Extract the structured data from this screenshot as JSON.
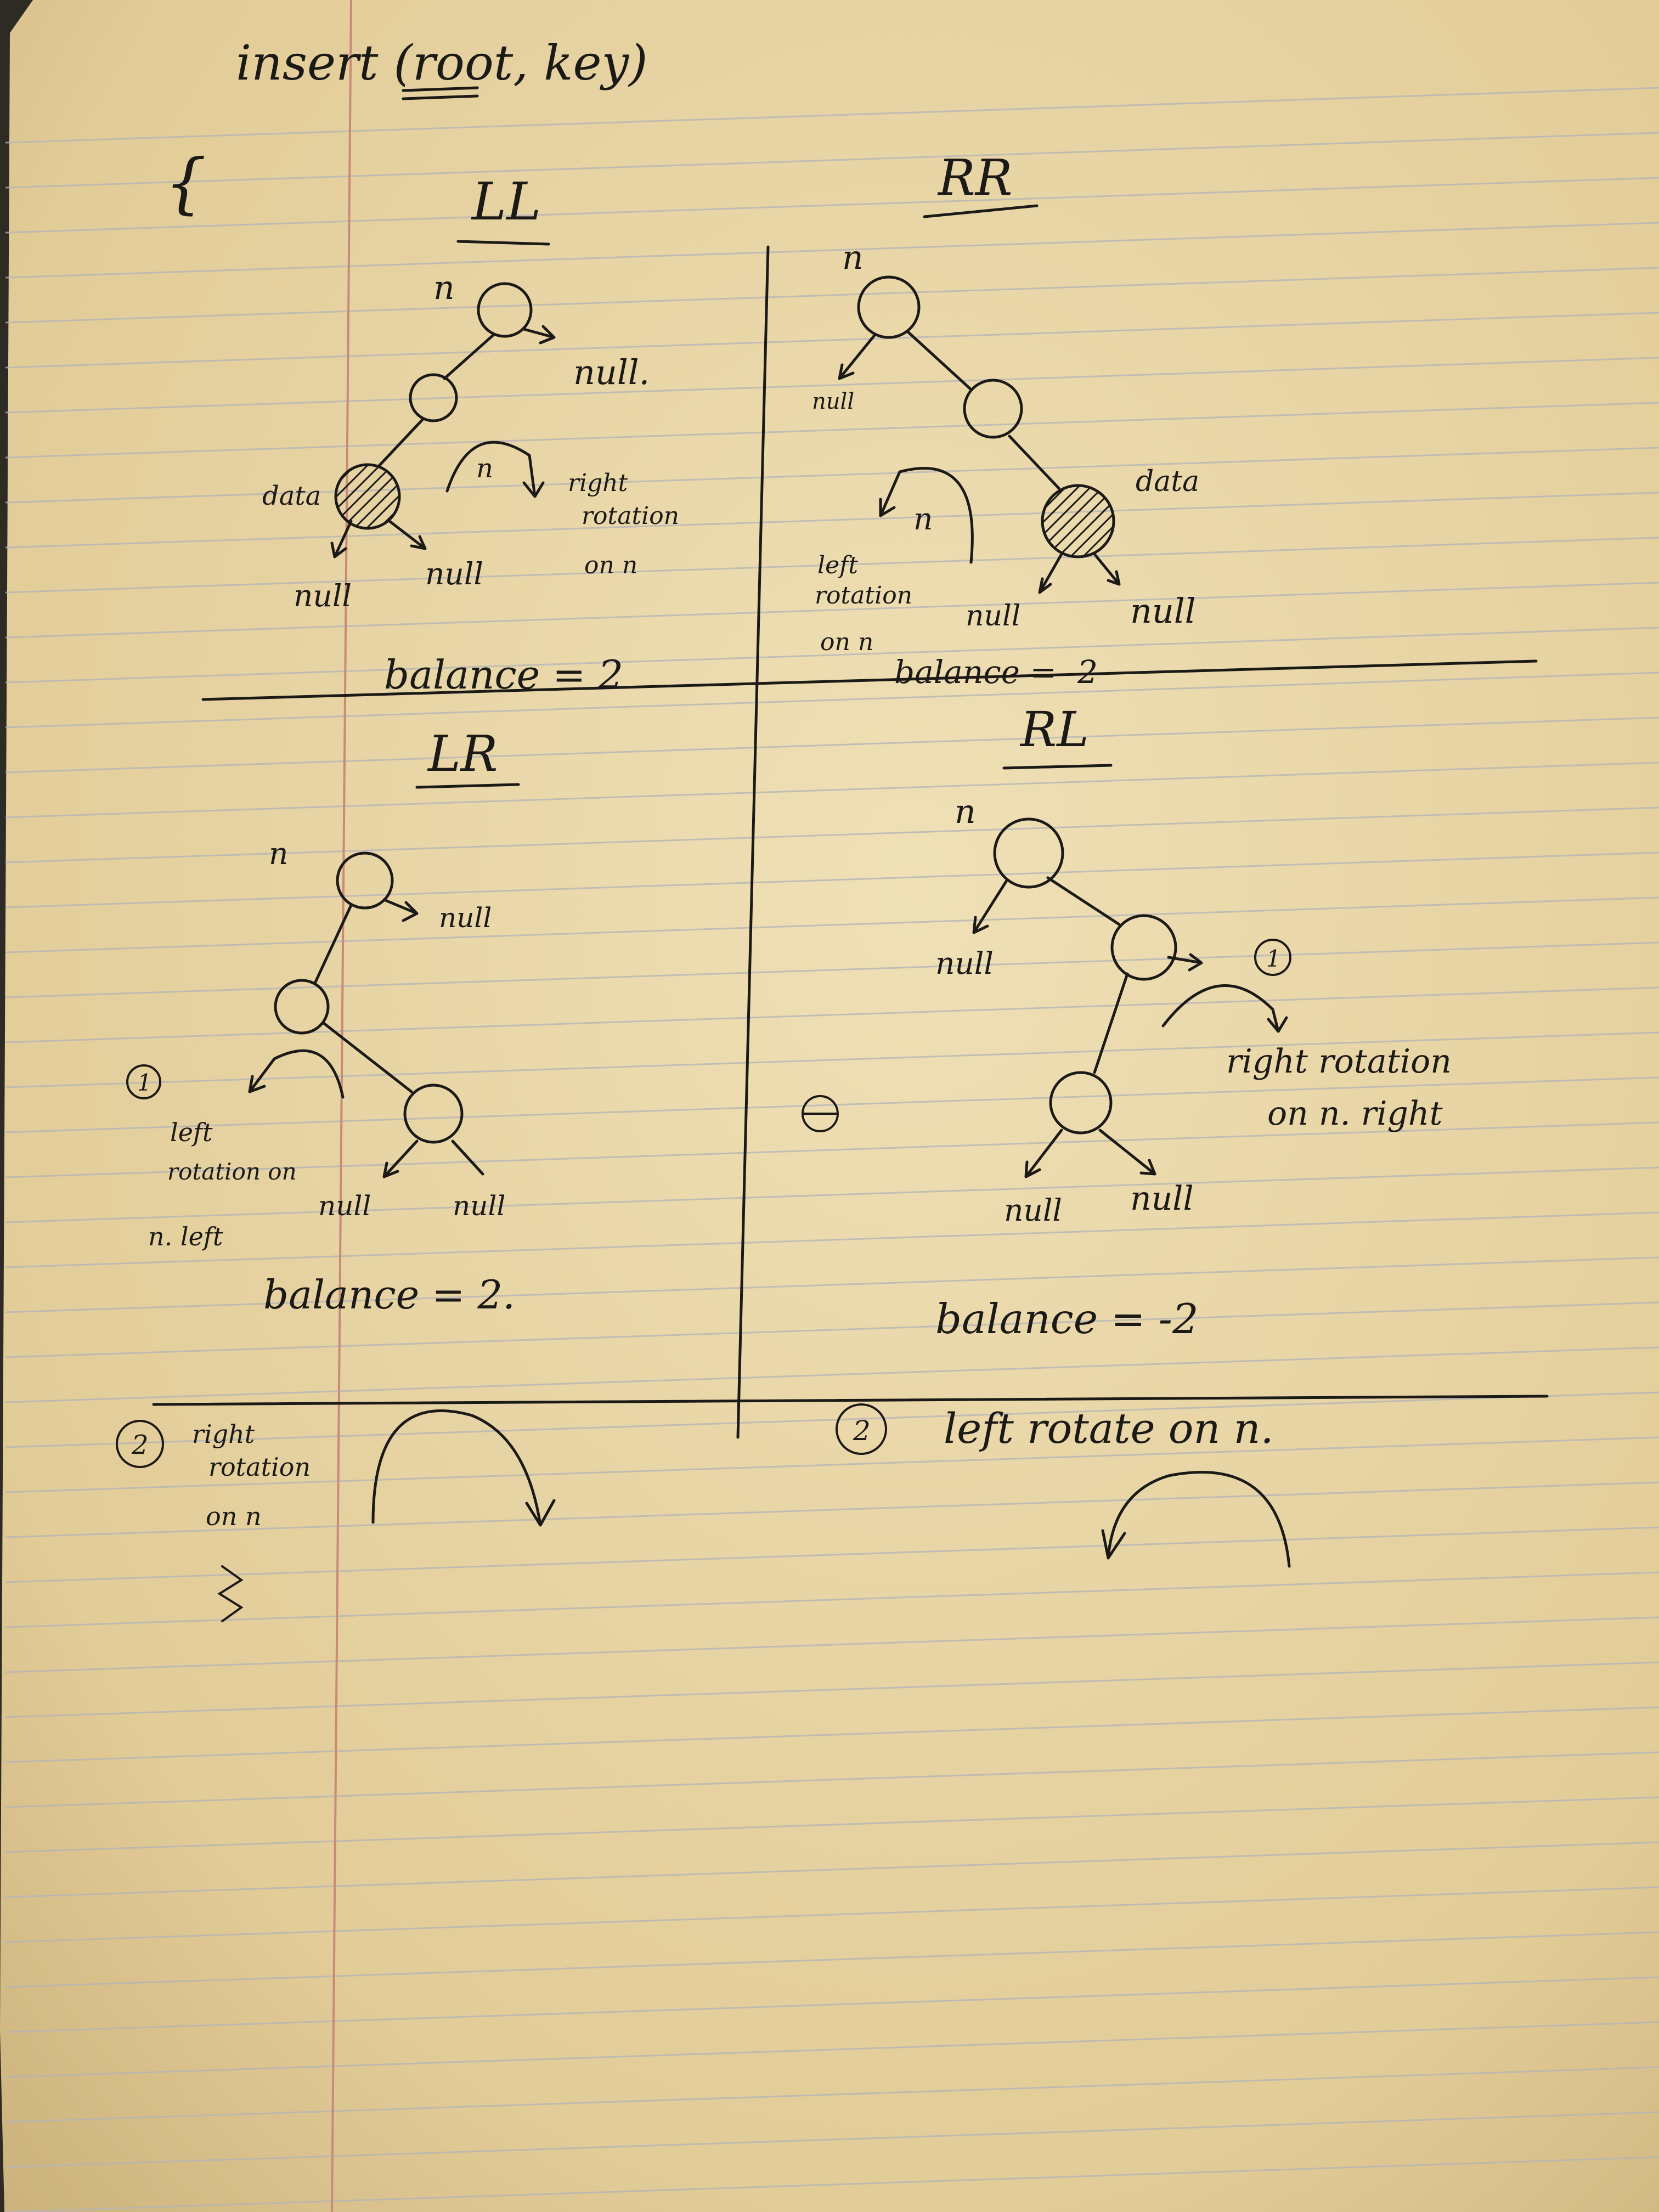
{
  "header": {
    "signature": "insert (root, key)",
    "brace": "{"
  },
  "quadrants": {
    "ll": {
      "title": "LL",
      "n_label": "n",
      "nulls": [
        "null.",
        "null",
        "null"
      ],
      "data_label": "data",
      "rotation_symbol": "n",
      "rotation_note": [
        "right",
        "rotation",
        "on n"
      ],
      "balance": "balance = 2"
    },
    "rr": {
      "title": "RR",
      "n_label": "n",
      "nulls": [
        "null",
        "null",
        "null"
      ],
      "data_label": "data",
      "rotation_symbol": "n",
      "rotation_note": [
        "left",
        "rotation",
        "on n"
      ],
      "balance": "balance = -2"
    },
    "lr": {
      "title": "LR",
      "n_label": "n",
      "nulls": [
        "null",
        "null",
        "null"
      ],
      "step1_marker": "1",
      "step1_note": [
        "left",
        "rotation on",
        "n. left"
      ],
      "balance": "balance = 2.",
      "step2_marker": "2",
      "step2_note": [
        "right",
        "rotation",
        "on n"
      ]
    },
    "rl": {
      "title": "RL",
      "n_label": "n",
      "nulls": [
        "null",
        "null",
        "null"
      ],
      "step1_marker": "1",
      "step1_note": [
        "right rotation",
        "on n. right"
      ],
      "balance": "balance = -2",
      "step2_marker": "2",
      "step2_note": "left rotate on n."
    }
  },
  "colors": {
    "paper": "#e9d6a9",
    "rule": "#b3b4b8",
    "margin": "#c98a78",
    "ink": "#1c1a17"
  }
}
